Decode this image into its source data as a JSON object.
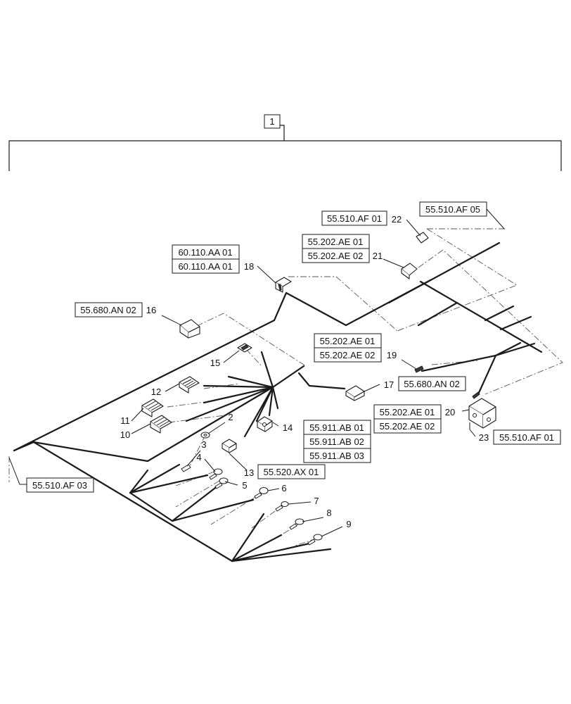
{
  "assembly_callout": "1",
  "references": {
    "r_22": "55.510.AF 01",
    "r_top_right": "55.510.AF 05",
    "r_21_a": "55.202.AE 01",
    "r_21_b": "55.202.AE 02",
    "r_18_a": "60.110.AA 01",
    "r_18_b": "60.110.AA 01",
    "r_16": "55.680.AN 02",
    "r_19_a": "55.202.AE 01",
    "r_19_b": "55.202.AE 02",
    "r_17": "55.680.AN 02",
    "r_20_a": "55.202.AE 01",
    "r_20_b": "55.202.AE 02",
    "r_23": "55.510.AF 01",
    "r_14_a": "55.911.AB 01",
    "r_14_b": "55.911.AB 02",
    "r_14_c": "55.911.AB 03",
    "r_13": "55.520.AX 01",
    "r_left": "55.510.AF 03"
  },
  "callouts": {
    "c2": "2",
    "c3": "3",
    "c4": "4",
    "c5": "5",
    "c6": "6",
    "c7": "7",
    "c8": "8",
    "c9": "9",
    "c10": "10",
    "c11": "11",
    "c12": "12",
    "c13": "13",
    "c14": "14",
    "c15": "15",
    "c16": "16",
    "c17": "17",
    "c18": "18",
    "c19": "19",
    "c20": "20",
    "c21": "21",
    "c22": "22",
    "c23": "23"
  }
}
